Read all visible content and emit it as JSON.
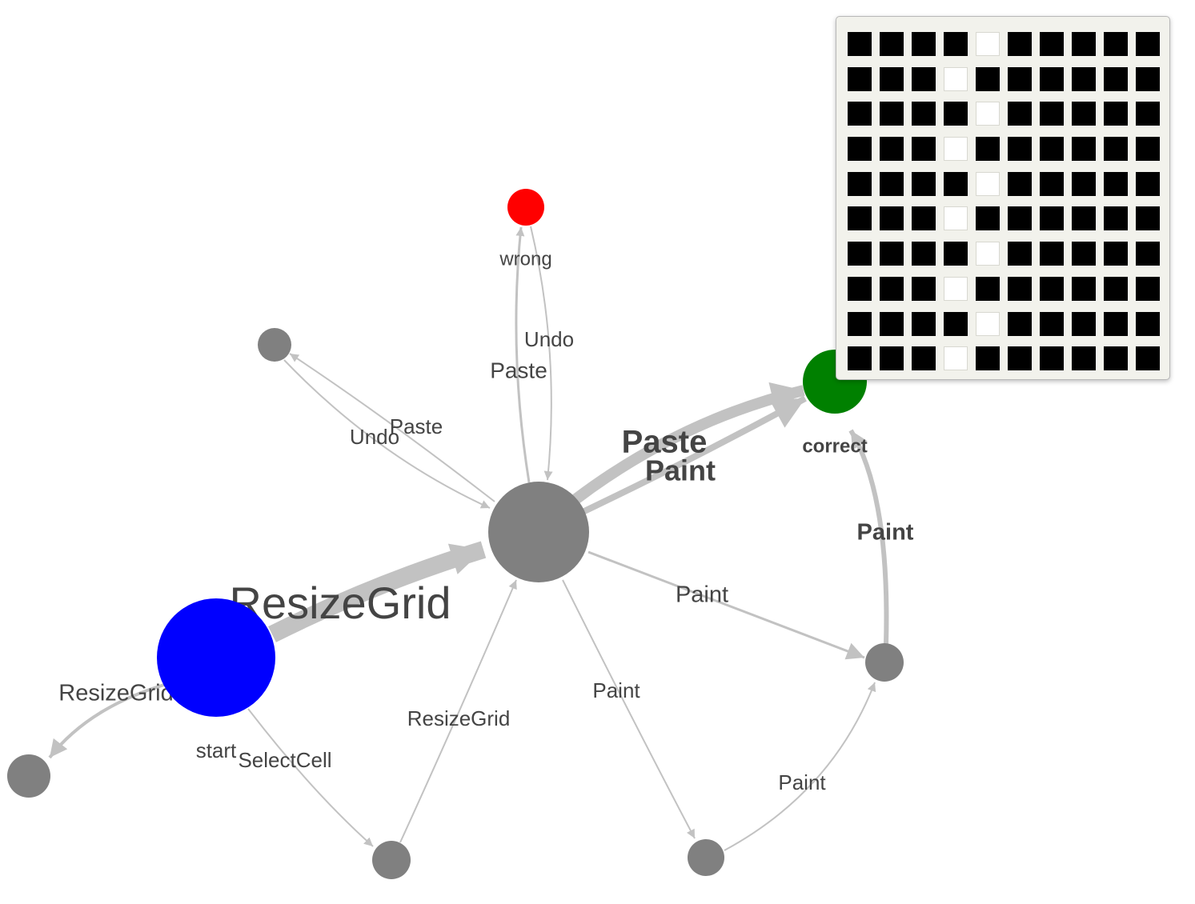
{
  "nodes": [
    {
      "id": "start",
      "label": "start",
      "color": "#0000ff"
    },
    {
      "id": "hub",
      "label": "",
      "color": "#808080"
    },
    {
      "id": "wrong",
      "label": "wrong",
      "color": "#ff0000"
    },
    {
      "id": "correct",
      "label": "correct",
      "color": "#008000"
    },
    {
      "id": "n_upleft",
      "label": "",
      "color": "#808080"
    },
    {
      "id": "n_farleft",
      "label": "",
      "color": "#808080"
    },
    {
      "id": "n_bottom1",
      "label": "",
      "color": "#808080"
    },
    {
      "id": "n_bottom2",
      "label": "",
      "color": "#808080"
    },
    {
      "id": "n_right",
      "label": "",
      "color": "#808080"
    }
  ],
  "edges": [
    {
      "id": "start-hub",
      "source": "start",
      "target": "hub",
      "label": "ResizeGrid"
    },
    {
      "id": "start-farleft",
      "source": "start",
      "target": "n_farleft",
      "label": "ResizeGrid"
    },
    {
      "id": "start-bottom1",
      "source": "start",
      "target": "n_bottom1",
      "label": "SelectCell"
    },
    {
      "id": "bottom1-hub",
      "source": "n_bottom1",
      "target": "hub",
      "label": "ResizeGrid"
    },
    {
      "id": "hub-wrong",
      "source": "hub",
      "target": "wrong",
      "label": "Paste"
    },
    {
      "id": "wrong-hub",
      "source": "wrong",
      "target": "hub",
      "label": "Undo"
    },
    {
      "id": "hub-upleft",
      "source": "hub",
      "target": "n_upleft",
      "label": "Paste"
    },
    {
      "id": "upleft-hub",
      "source": "n_upleft",
      "target": "hub",
      "label": "Undo"
    },
    {
      "id": "hub-correct-paste",
      "source": "hub",
      "target": "correct",
      "label": "Paste"
    },
    {
      "id": "hub-correct-paint",
      "source": "hub",
      "target": "correct",
      "label": "Paint"
    },
    {
      "id": "hub-right",
      "source": "hub",
      "target": "n_right",
      "label": "Paint"
    },
    {
      "id": "hub-bottom2",
      "source": "hub",
      "target": "n_bottom2",
      "label": "Paint"
    },
    {
      "id": "bottom2-right",
      "source": "n_bottom2",
      "target": "n_right",
      "label": "Paint"
    },
    {
      "id": "right-correct",
      "source": "n_right",
      "target": "correct",
      "label": "Paint"
    }
  ],
  "popup": {
    "grid": [
      [
        1,
        1,
        1,
        1,
        0,
        1,
        1,
        1,
        1,
        1
      ],
      [
        1,
        1,
        1,
        0,
        1,
        1,
        1,
        1,
        1,
        1
      ],
      [
        1,
        1,
        1,
        1,
        0,
        1,
        1,
        1,
        1,
        1
      ],
      [
        1,
        1,
        1,
        0,
        1,
        1,
        1,
        1,
        1,
        1
      ],
      [
        1,
        1,
        1,
        1,
        0,
        1,
        1,
        1,
        1,
        1
      ],
      [
        1,
        1,
        1,
        0,
        1,
        1,
        1,
        1,
        1,
        1
      ],
      [
        1,
        1,
        1,
        1,
        0,
        1,
        1,
        1,
        1,
        1
      ],
      [
        1,
        1,
        1,
        0,
        1,
        1,
        1,
        1,
        1,
        1
      ],
      [
        1,
        1,
        1,
        1,
        0,
        1,
        1,
        1,
        1,
        1
      ],
      [
        1,
        1,
        1,
        0,
        1,
        1,
        1,
        1,
        1,
        1
      ]
    ]
  }
}
